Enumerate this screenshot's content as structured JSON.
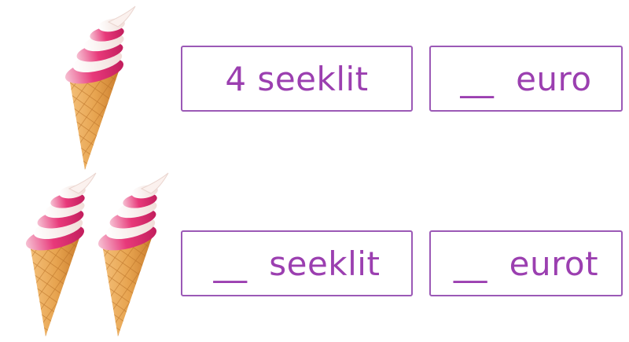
{
  "colors": {
    "accent_text": "#9b3fb0",
    "box_border": "#9b59b6",
    "waffle": "#e7a450",
    "waffle_dark": "#c97b2b",
    "cream_pink": "#e8397a",
    "cream_white": "#fbf1ee"
  },
  "icons": [
    "ice-cream-cone-icon"
  ],
  "row1": {
    "ice_cream_count": 1,
    "price_label": "4 seeklit",
    "price_euro": "__  euro"
  },
  "row2": {
    "ice_cream_count": 2,
    "price_label": "__  seeklit",
    "price_euro": "__  eurot"
  }
}
